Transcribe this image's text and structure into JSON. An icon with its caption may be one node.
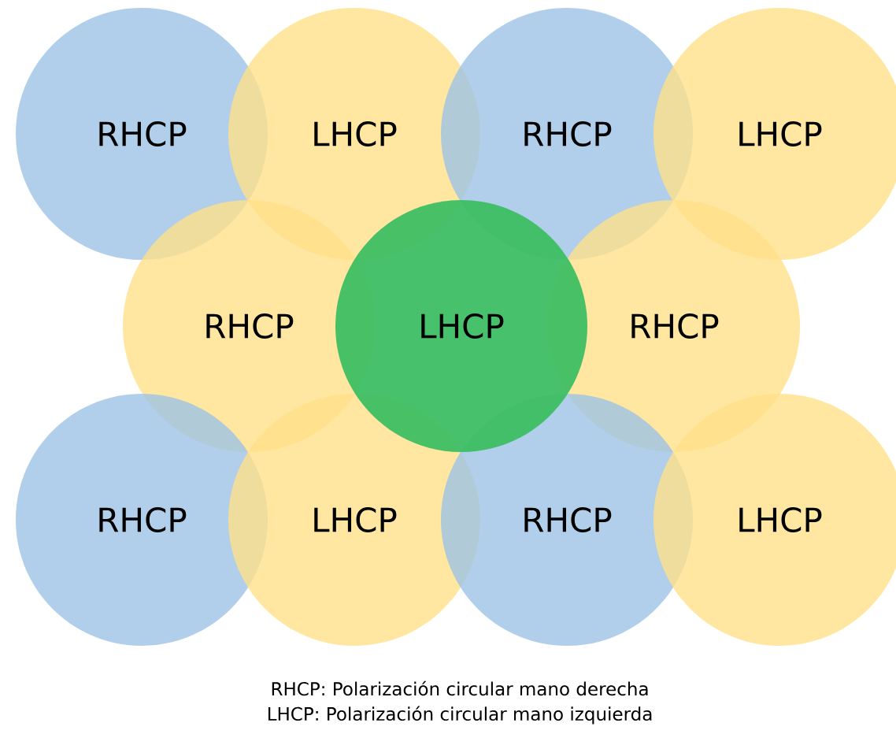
{
  "diagram": {
    "nodes": [
      {
        "text": [
          "RHCP"
        ]
      },
      {
        "text": [
          "LHCP"
        ]
      },
      {
        "text": [
          "RHCP"
        ]
      },
      {
        "text": [
          "LHCP"
        ]
      },
      {
        "text": [
          "RHCP"
        ]
      },
      {
        "text": [
          "LHCP"
        ]
      },
      {
        "text": [
          "RHCP"
        ]
      },
      {
        "text": [
          "RHCP"
        ]
      },
      {
        "text": [
          "LHCP"
        ]
      },
      {
        "text": [
          "RHCP"
        ]
      },
      {
        "text": [
          "LHCP"
        ]
      }
    ],
    "labels": [
      "RHCP: Polarización circular mano derecha",
      "LHCP: Polarización circular mano izquierda"
    ]
  }
}
